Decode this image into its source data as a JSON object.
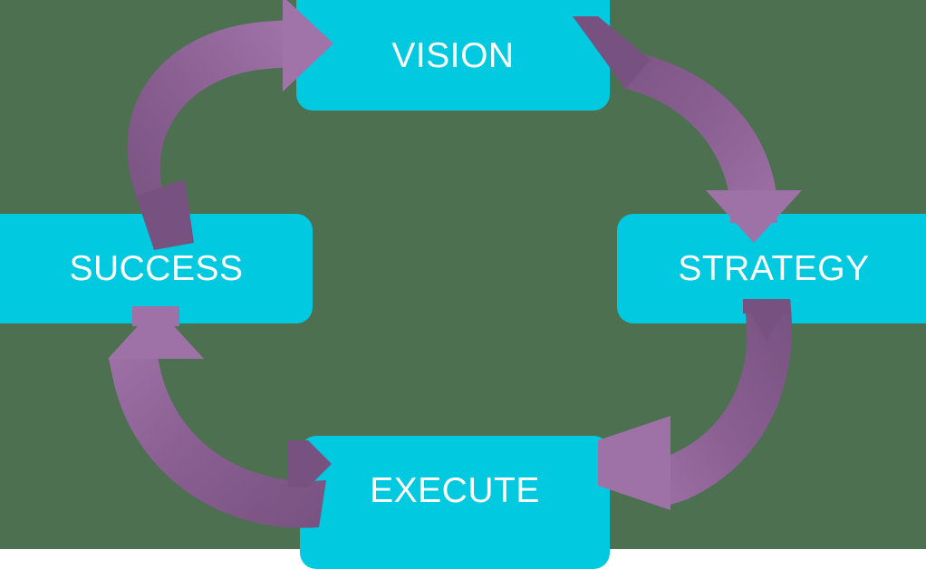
{
  "diagram": {
    "type": "cycle-diagram",
    "title": "Vision Strategy Execute Success Cycle",
    "background_color": "#4C7050",
    "node_color": "#00C9E0",
    "node_text_color": "#FFFFFF",
    "arrow_color_light": "#9B6FA3",
    "arrow_color_dark": "#775280",
    "direction": "clockwise",
    "nodes": [
      {
        "id": "vision",
        "label": "VISION",
        "position": "top"
      },
      {
        "id": "strategy",
        "label": "STRATEGY",
        "position": "right"
      },
      {
        "id": "execute",
        "label": "EXECUTE",
        "position": "bottom"
      },
      {
        "id": "success",
        "label": "SUCCESS",
        "position": "left"
      }
    ],
    "arrows": [
      {
        "id": "vision-to-strategy",
        "from": "vision",
        "to": "strategy",
        "quadrant": "top-right",
        "head": "down"
      },
      {
        "id": "strategy-to-execute",
        "from": "strategy",
        "to": "execute",
        "quadrant": "bottom-right",
        "head": "left"
      },
      {
        "id": "execute-to-success",
        "from": "execute",
        "to": "success",
        "quadrant": "bottom-left",
        "head": "up"
      },
      {
        "id": "success-to-vision",
        "from": "success",
        "to": "vision",
        "quadrant": "top-left",
        "head": "right"
      }
    ]
  }
}
